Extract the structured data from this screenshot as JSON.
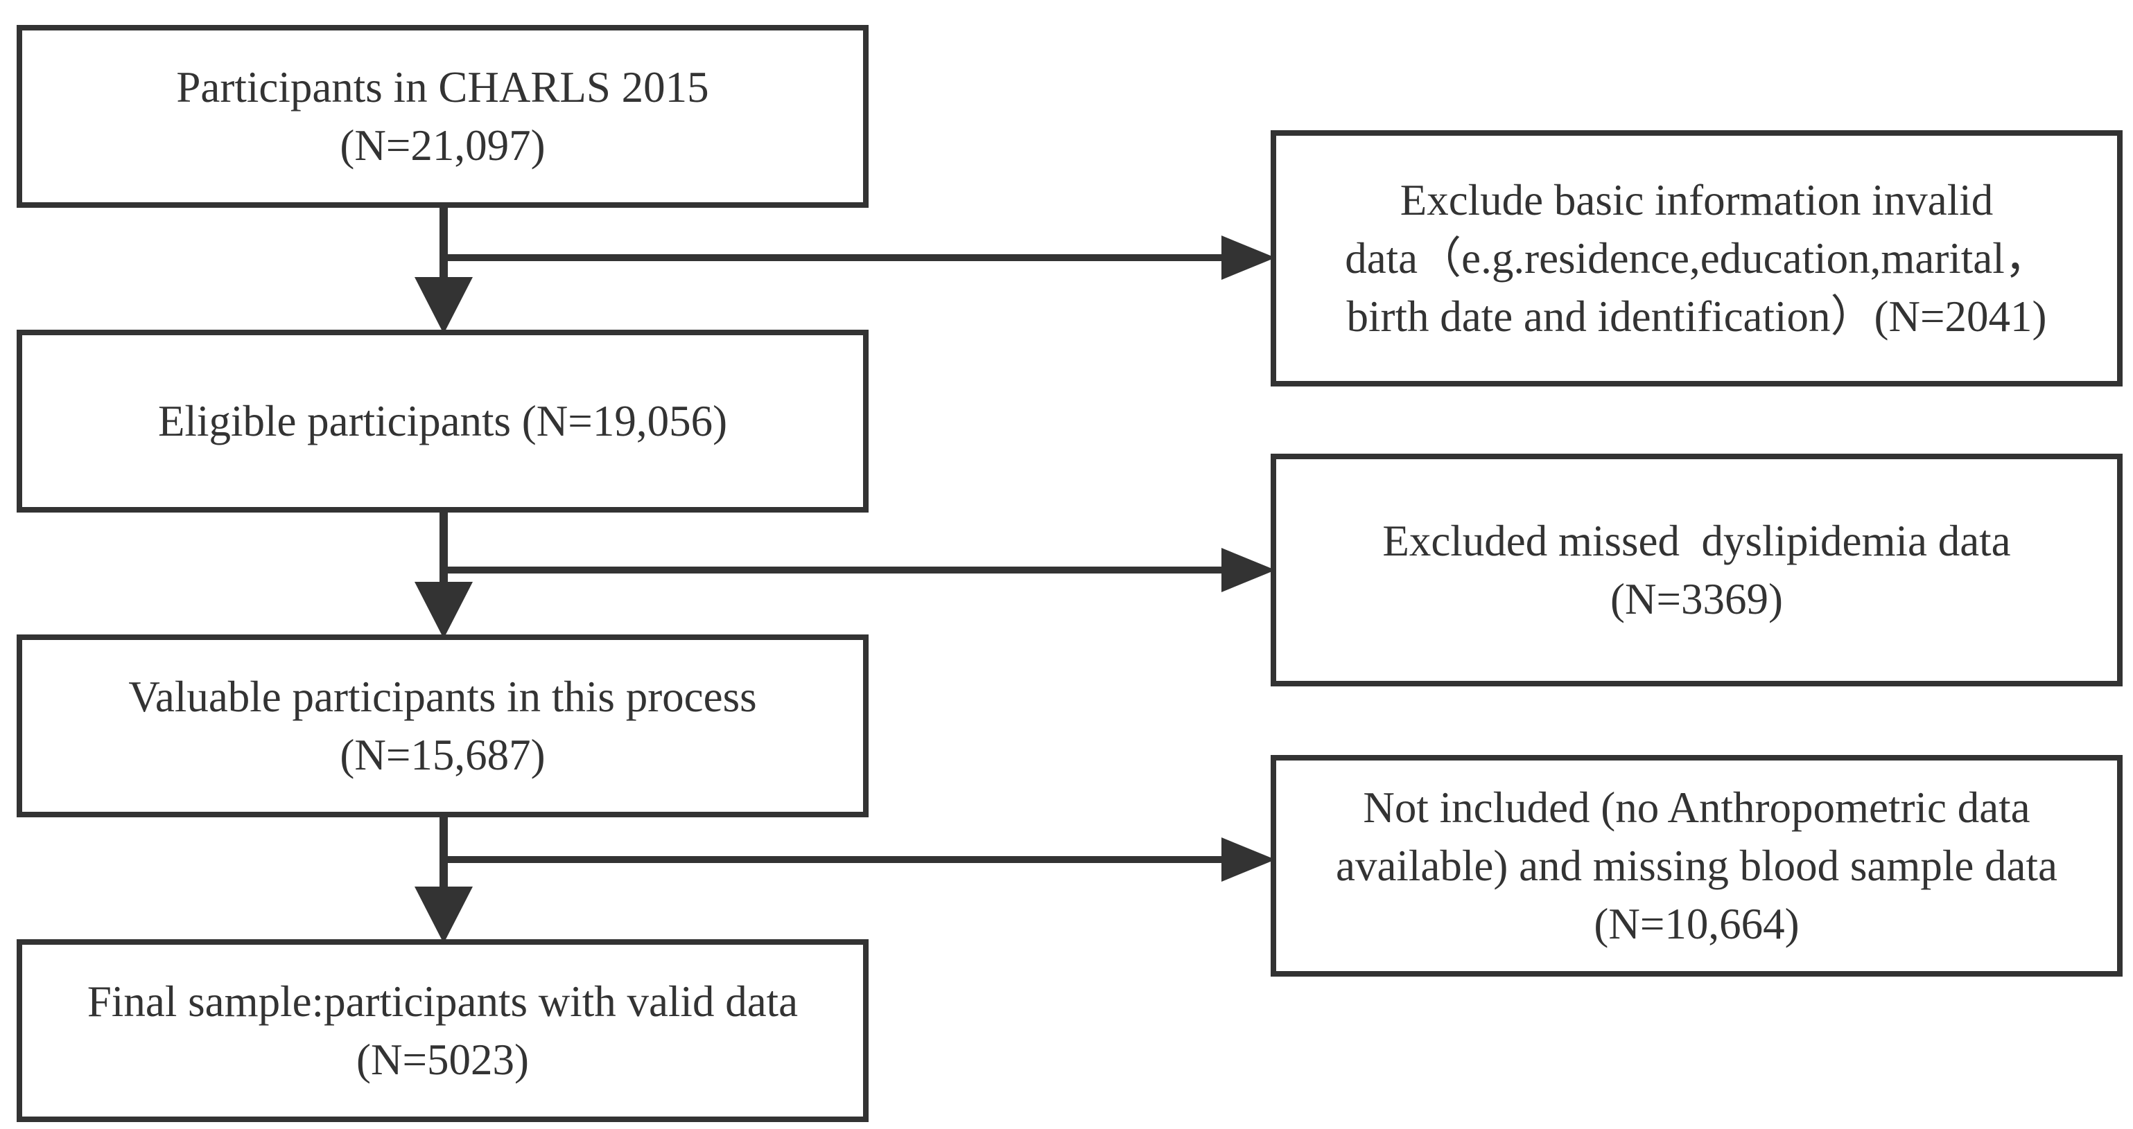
{
  "main_boxes": [
    {
      "id": "participants-charls-2015",
      "lines": [
        "Participants in CHARLS 2015",
        "(N=21,097)"
      ]
    },
    {
      "id": "eligible-participants",
      "lines": [
        "Eligible participants (N=19,056)"
      ]
    },
    {
      "id": "valuable-participants",
      "lines": [
        "Valuable participants in this process",
        "(N=15,687)"
      ]
    },
    {
      "id": "final-sample",
      "lines": [
        "Final sample:participants with valid data",
        "(N=5023)"
      ]
    }
  ],
  "exclusion_boxes": [
    {
      "id": "exclude-basic-information",
      "lines": [
        "Exclude basic information invalid",
        "data（e.g.residence,education,marital，",
        "birth date and identification）(N=2041)"
      ]
    },
    {
      "id": "excluded-missed-dyslipidemia",
      "lines": [
        "Excluded missed  dyslipidemia data",
        "(N=3369)"
      ]
    },
    {
      "id": "not-included-anthropometric",
      "lines": [
        "Not included (no Anthropometric data",
        "available) and missing blood sample data",
        "(N=10,664)"
      ]
    }
  ],
  "colors": {
    "stroke": "#333333",
    "text": "#333333",
    "background": "#ffffff"
  }
}
